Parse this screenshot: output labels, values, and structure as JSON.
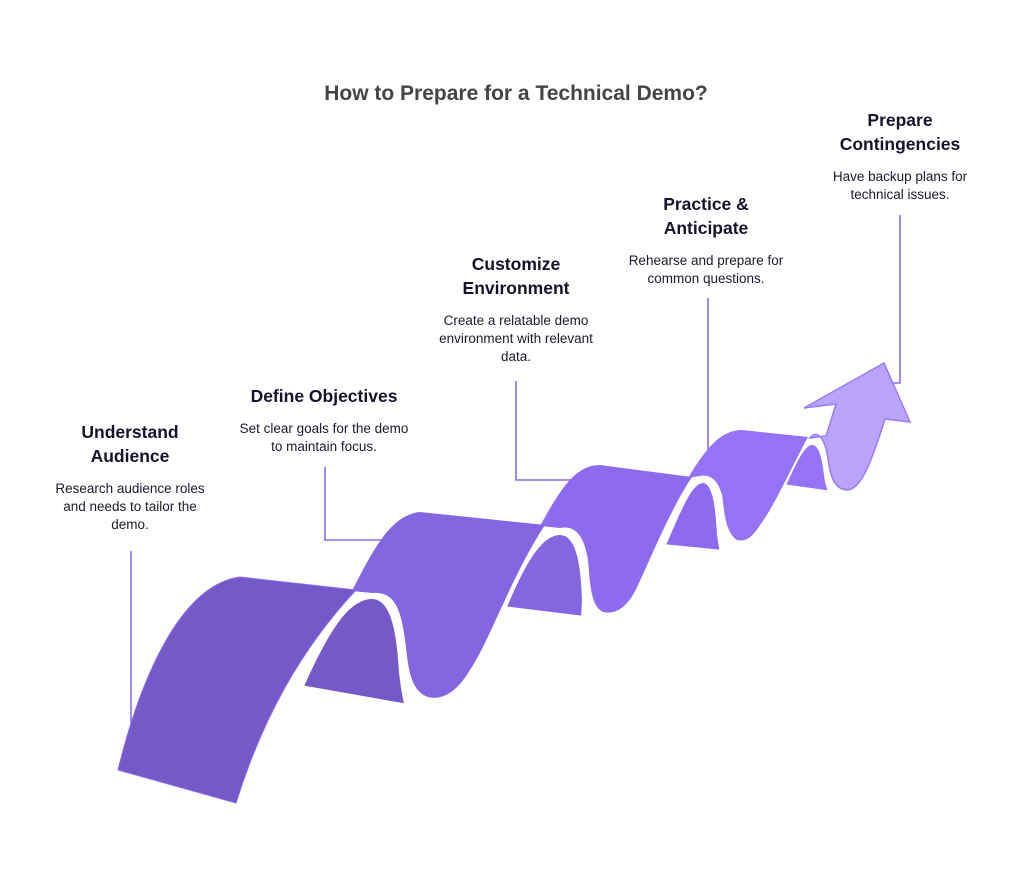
{
  "title": "How to Prepare for a Technical Demo?",
  "steps": [
    {
      "heading": "Understand Audience",
      "description": "Research audience roles and needs to tailor the demo."
    },
    {
      "heading": "Define Objectives",
      "description": "Set clear goals for the demo to maintain focus."
    },
    {
      "heading": "Customize Environment",
      "description": "Create a relatable demo environment with relevant data."
    },
    {
      "heading": "Practice & Anticipate",
      "description": "Rehearse and prepare for common questions."
    },
    {
      "heading": "Prepare Contingencies",
      "description": "Have backup plans for technical issues."
    }
  ],
  "colors": {
    "seg1": "#7559C6",
    "seg2": "#8466E0",
    "seg3": "#8E6AEE",
    "seg4": "#9572F6",
    "arrow": "#BBA4FB",
    "line": "#8B6CF0"
  }
}
